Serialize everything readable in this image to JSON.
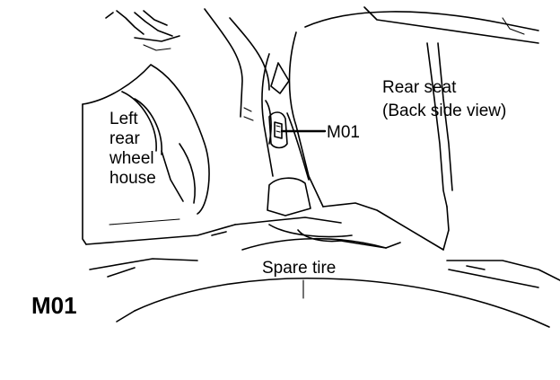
{
  "figure": {
    "code": "M01"
  },
  "labels": {
    "left_rear_wheel_house": [
      "Left",
      "rear",
      "wheel",
      "house"
    ],
    "connector": "M01",
    "rear_seat": [
      "Rear seat",
      "(Back side view)"
    ],
    "spare_tire": "Spare tire"
  }
}
